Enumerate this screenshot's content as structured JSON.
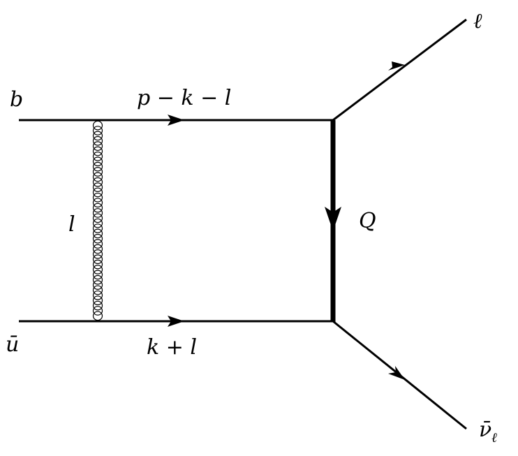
{
  "labels": {
    "b_quark": "b",
    "u_bar_quark": "ū",
    "top_momentum": "p − k − l",
    "bottom_momentum": "k + l",
    "gluon_momentum": "l",
    "heavy_propagator": "Q",
    "lepton": "ℓ",
    "neutrino": "ν̄",
    "neutrino_subscript": "ℓ"
  },
  "colors": {
    "line": "#000000",
    "background": "#ffffff"
  }
}
